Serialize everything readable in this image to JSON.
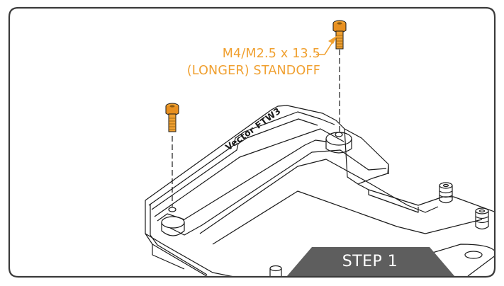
{
  "diagram": {
    "callout": {
      "line1": "M4/M2.5 x 13.5",
      "line2": "(LONGER) STANDOFF"
    },
    "plate_engraving": "Vector FTW3",
    "step_badge": "STEP 1",
    "colors": {
      "accent": "#f0a030",
      "badge": "#5e5e5e",
      "frame": "#3a3a3a",
      "line": "#1a1a1a"
    },
    "icons": [
      "screw-icon",
      "standoff-icon"
    ]
  }
}
